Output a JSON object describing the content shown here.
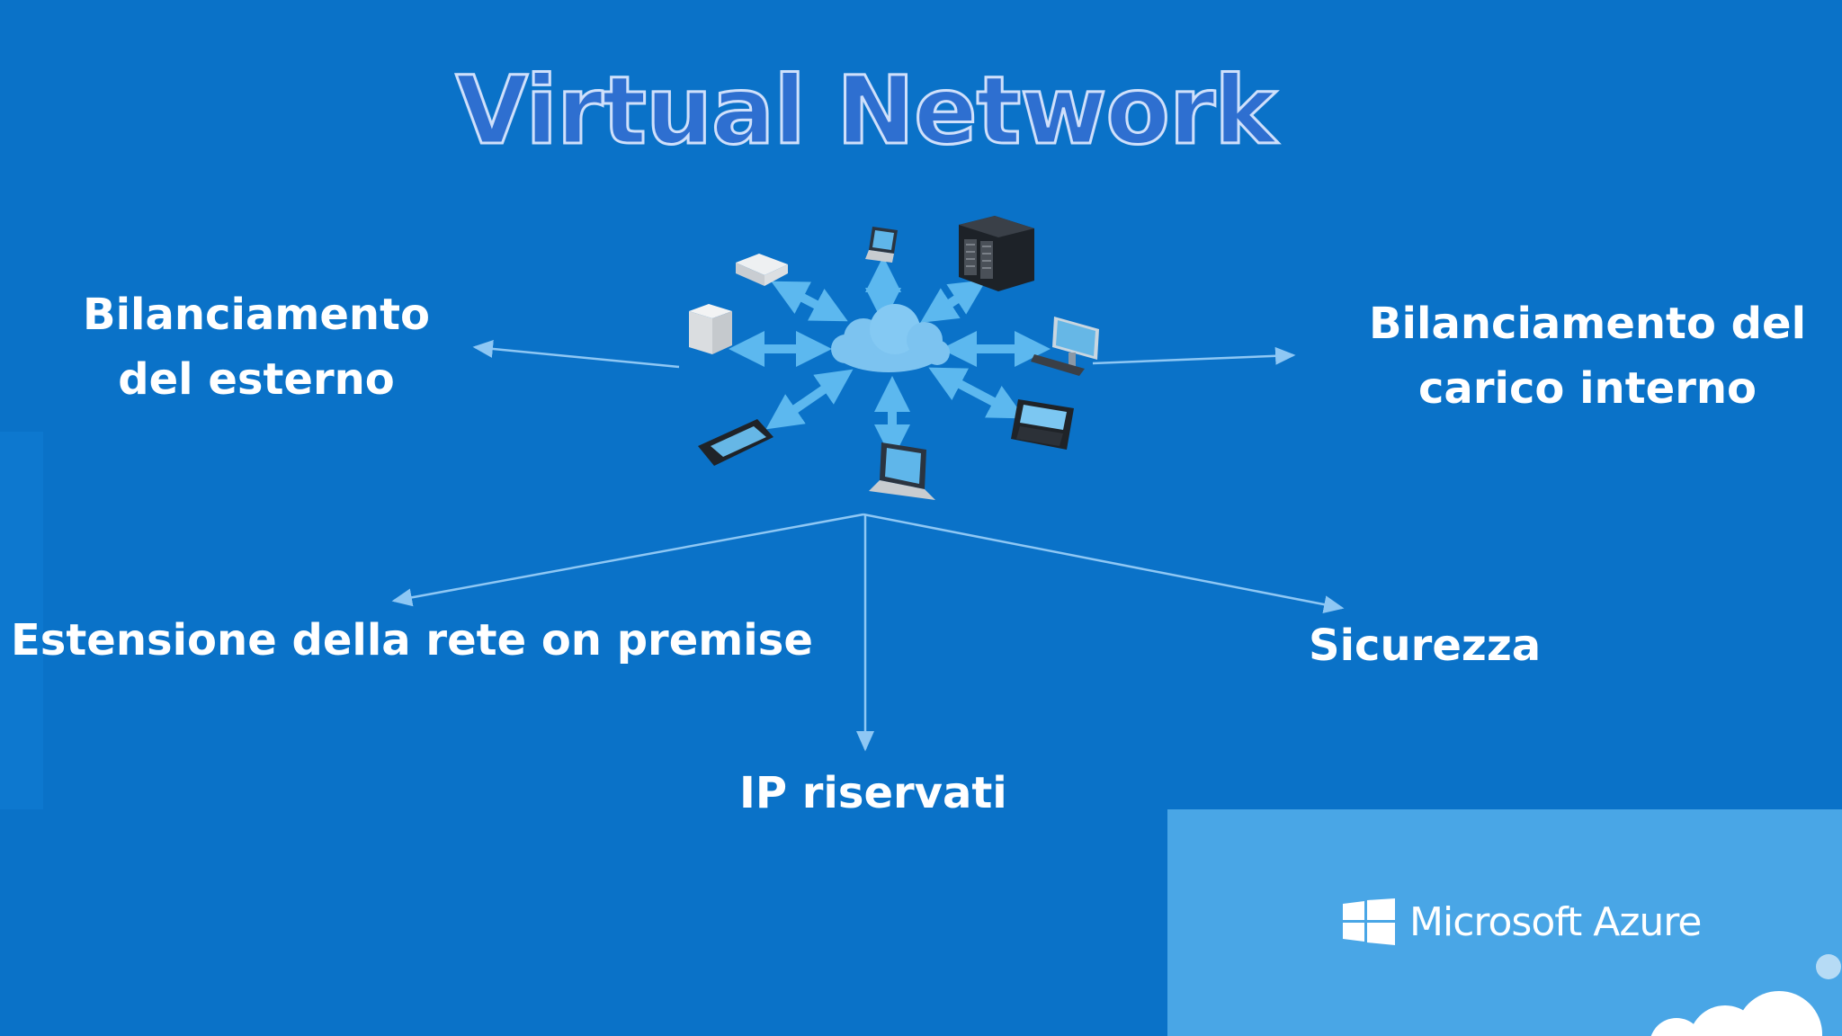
{
  "slide": {
    "title": "Virtual Network",
    "labels": {
      "external_balancing": "Bilanciamento del esterno",
      "internal_balancing": "Bilanciamento del carico interno",
      "onprem_extension": "Estensione della rete on premise",
      "security": "Sicurezza",
      "reserved_ip": "IP riservati"
    },
    "brand": "Microsoft Azure"
  },
  "colors": {
    "background": "#0a72c8",
    "title_fill": "#2e6fd0",
    "title_outline": "#cfe0fb",
    "cloud": "#7cc3f0",
    "arrows": "#5cb8ef",
    "azure_panel": "#49a6e6"
  },
  "icons": [
    "cloud-icon",
    "laptop-icon",
    "server-rack-icon",
    "router-icon",
    "desktop-icon",
    "phone-icon",
    "monitor-icon"
  ]
}
